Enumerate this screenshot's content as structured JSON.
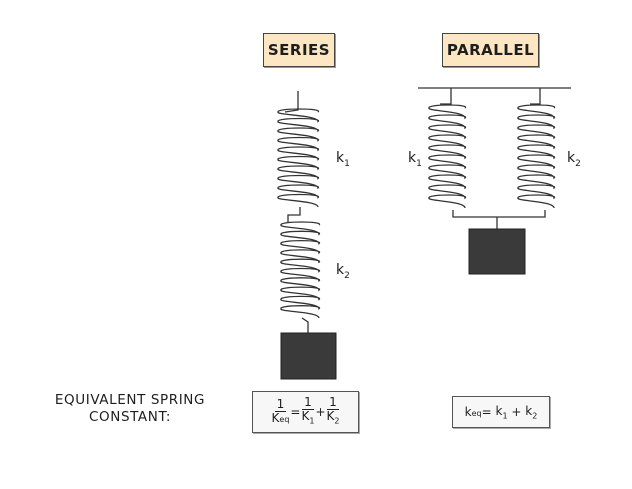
{
  "headers": {
    "series": "SERIES",
    "parallel": "PARALLEL"
  },
  "springs": {
    "series_k1": {
      "symbol": "k",
      "sub": "1"
    },
    "series_k2": {
      "symbol": "k",
      "sub": "2"
    },
    "parallel_k1": {
      "symbol": "k",
      "sub": "1"
    },
    "parallel_k2": {
      "symbol": "k",
      "sub": "2"
    }
  },
  "caption": {
    "line1": "EQUIVALENT SPRING",
    "line2": "CONSTANT:"
  },
  "series_formula": {
    "lhs_num": "1",
    "lhs_den": "K",
    "lhs_den_sub": "eq",
    "equals": "=",
    "t1_num": "1",
    "t1_den": "K",
    "t1_den_sub": "1",
    "plus": "+",
    "t2_num": "1",
    "t2_den": "K",
    "t2_den_sub": "2"
  },
  "parallel_formula": {
    "lhs": "k",
    "lhs_sub": "eq",
    "equals": "=",
    "t1": "k",
    "t1_sub": "1",
    "plus": "+",
    "t2": "k",
    "t2_sub": "2"
  },
  "colors": {
    "header_fill": "#fde7c2",
    "mass_fill": "#3a3a3a",
    "line": "#333333"
  }
}
